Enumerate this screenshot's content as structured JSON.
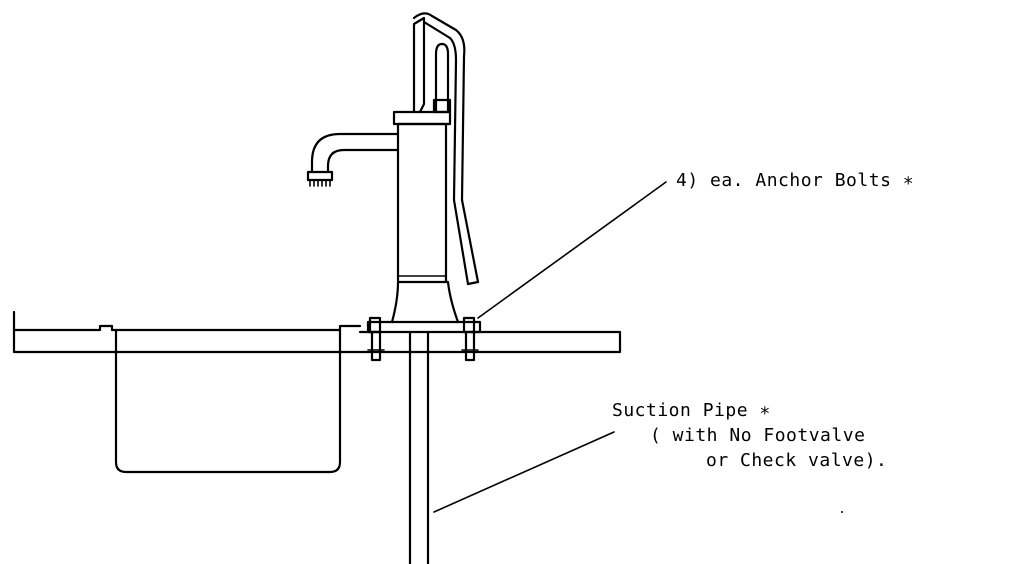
{
  "labels": {
    "anchor_bolts": "4) ea. Anchor Bolts ∗",
    "suction_line1": "Suction Pipe ∗",
    "suction_line2": "( with No Footvalve",
    "suction_line3": "or Check valve)."
  },
  "colors": {
    "ink": "#000000",
    "paper": "#ffffff"
  }
}
